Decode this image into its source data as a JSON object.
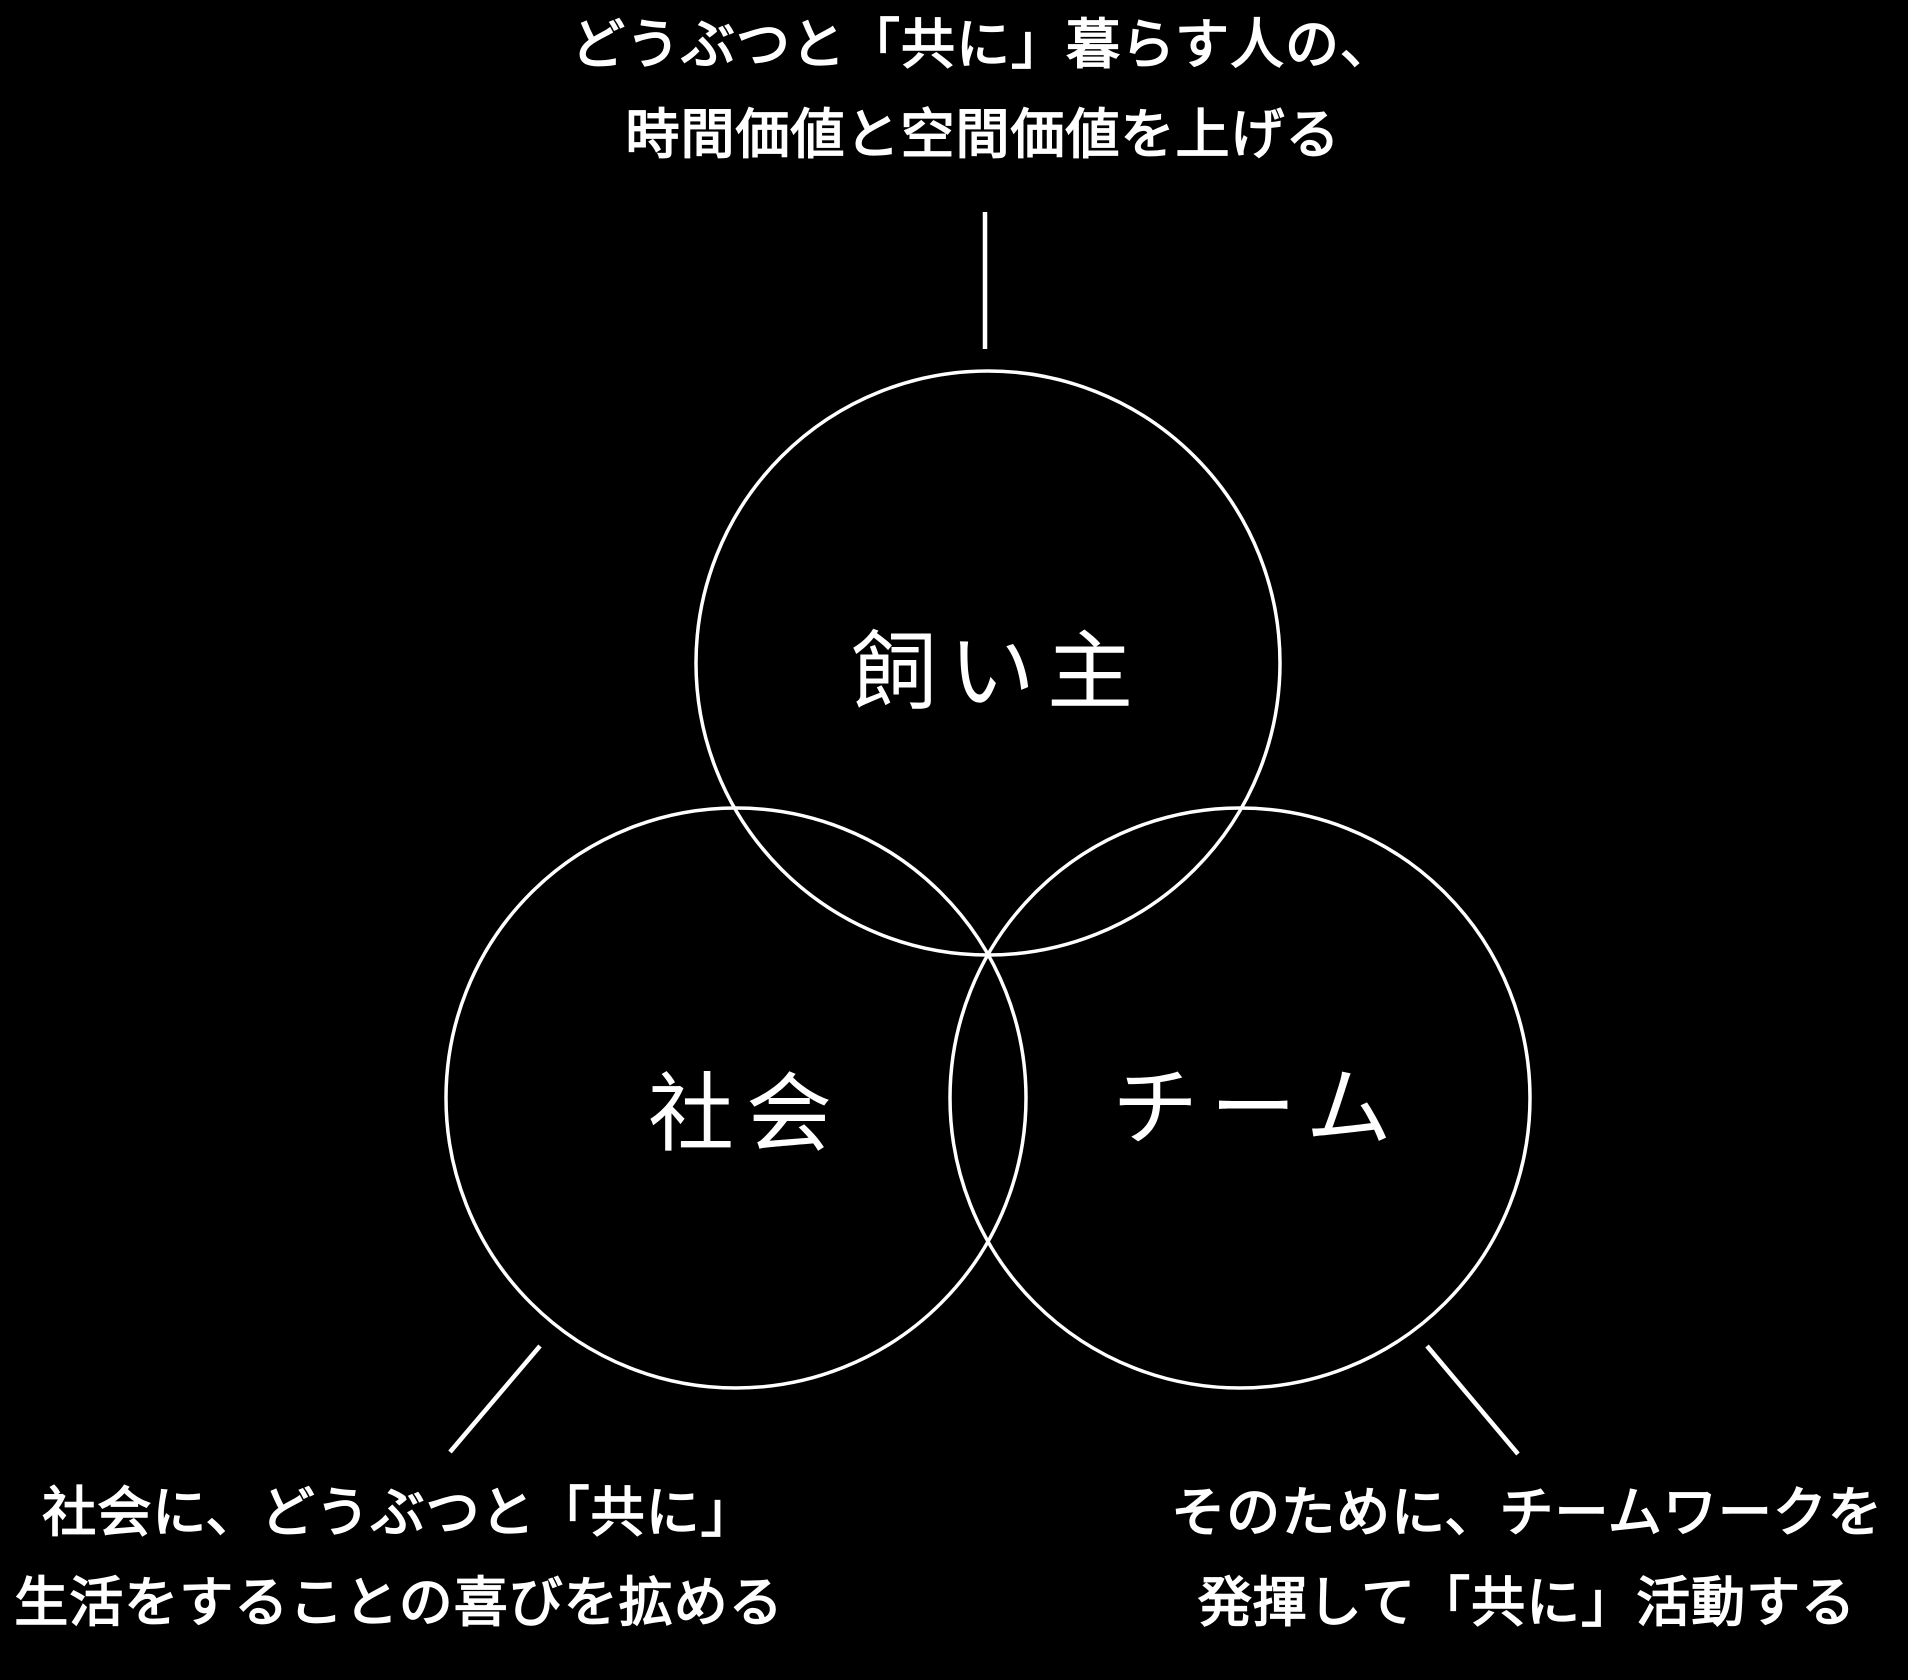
{
  "colors": {
    "background": "#000000",
    "foreground": "#ffffff"
  },
  "top_annotation": {
    "line1": "どうぶつと「共に」暮らす人の、",
    "line2": "時間価値と空間価値を上げる"
  },
  "circles": {
    "owner": {
      "label": "飼い主"
    },
    "society": {
      "label": "社会"
    },
    "team": {
      "label": "チーム"
    }
  },
  "bottom_left_annotation": {
    "line1": "社会に、どうぶつと「共に」",
    "line2": "生活をすることの喜びを拡める"
  },
  "bottom_right_annotation": {
    "line1": "そのために、チームワークを",
    "line2": "発揮して「共に」活動する"
  }
}
